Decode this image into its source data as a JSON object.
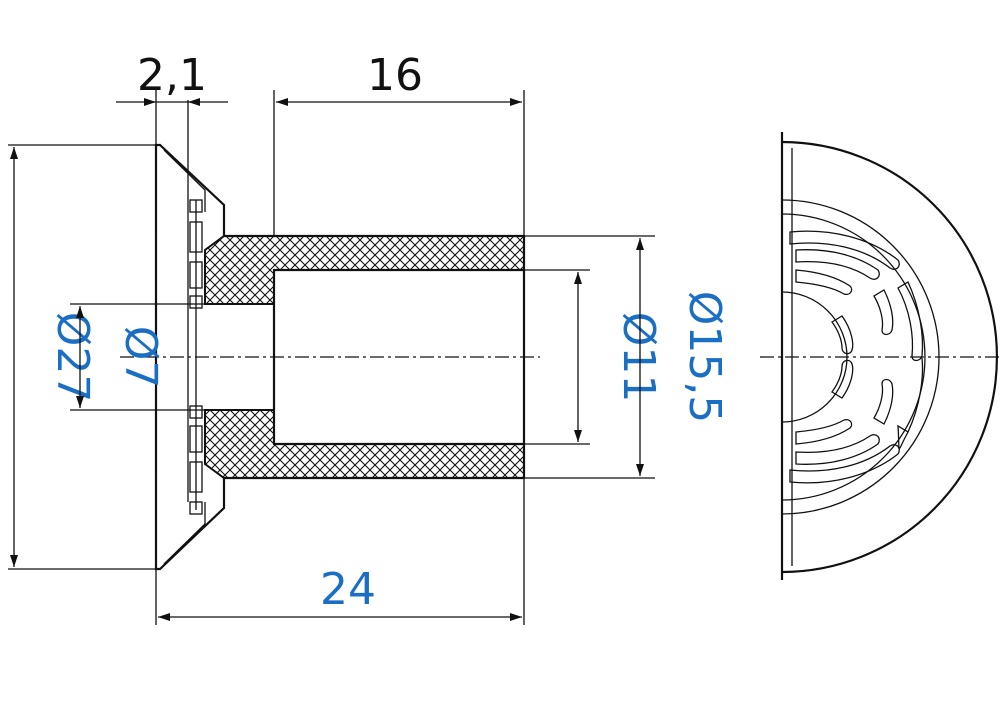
{
  "dimensions": {
    "flange_thickness": "2,1",
    "sleeve_length": "16",
    "total_length": "24",
    "flange_diameter": "Ø27",
    "bore_diameter": "Ø7",
    "sleeve_inner_diameter": "Ø11",
    "sleeve_outer_diameter": "Ø15,5"
  },
  "colors": {
    "dimension_text_black": "#111111",
    "dimension_text_blue": "#1a6fc4",
    "line": "#111111"
  }
}
